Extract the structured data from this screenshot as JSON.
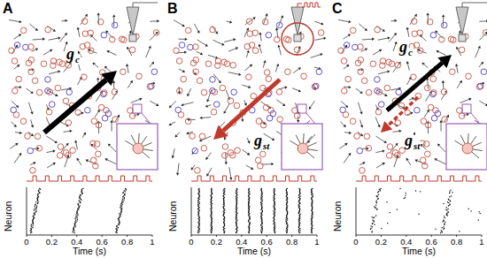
{
  "diagram": {
    "labels": [
      "A",
      "g",
      "c",
      "Neuron",
      "0",
      "0.2",
      "0.4",
      "0.6",
      "0.8",
      "1",
      "Time (s)",
      "B",
      "g",
      "st",
      "Neuron",
      "0",
      "0.2",
      "0.4",
      "0.6",
      "0.8",
      "1",
      "Time (s)",
      "C",
      "g",
      "c",
      "g",
      "st",
      "Neuron",
      "0",
      "0.2",
      "0.4",
      "0.6",
      "0.8",
      "1",
      "Time (s)"
    ]
  }
}
